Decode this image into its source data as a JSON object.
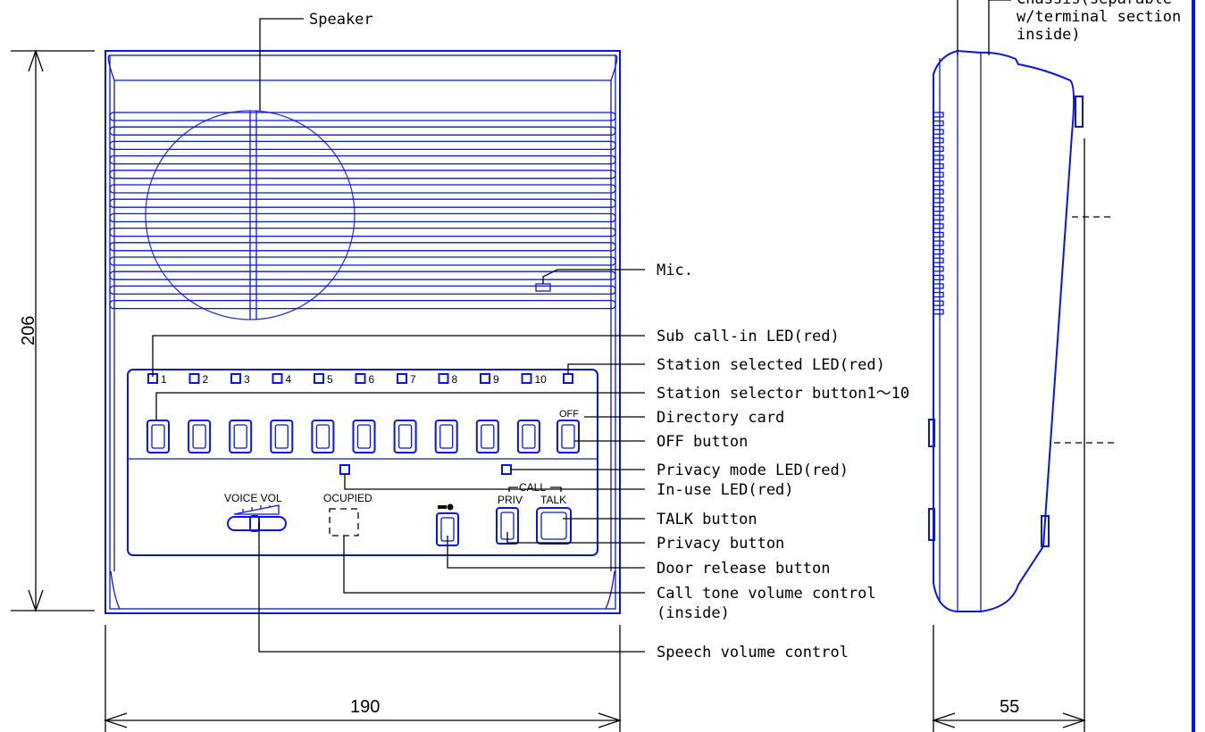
{
  "labels": {
    "speaker": "Speaker",
    "chassis_line1": "Chassis(separable",
    "chassis_line2": "w/terminal section",
    "chassis_line3": "inside)",
    "mic": "Mic.",
    "sub_call_in_led": "Sub call-in LED(red)",
    "station_selected_led": "Station selected LED(red)",
    "station_selector_button": "Station selector button1～10",
    "directory_card": "Directory card",
    "off_button": "OFF button",
    "privacy_mode_led": "Privacy mode LED(red)",
    "in_use_led": "In-use LED(red)",
    "talk_button": "TALK button",
    "privacy_button": "Privacy button",
    "door_release_button": "Door release button",
    "call_tone_line1": "Call tone volume control",
    "call_tone_line2": "(inside)",
    "speech_volume": "Speech volume control"
  },
  "panel": {
    "station_numbers": [
      "1",
      "2",
      "3",
      "4",
      "5",
      "6",
      "7",
      "8",
      "9",
      "10"
    ],
    "off_text": "OFF",
    "voice_vol": "VOICE VOL",
    "ocupied": "OCUPIED",
    "call": "CALL",
    "priv": "PRIV",
    "talk": "TALK"
  },
  "dimensions": {
    "height": "206",
    "width": "190",
    "depth": "55"
  }
}
